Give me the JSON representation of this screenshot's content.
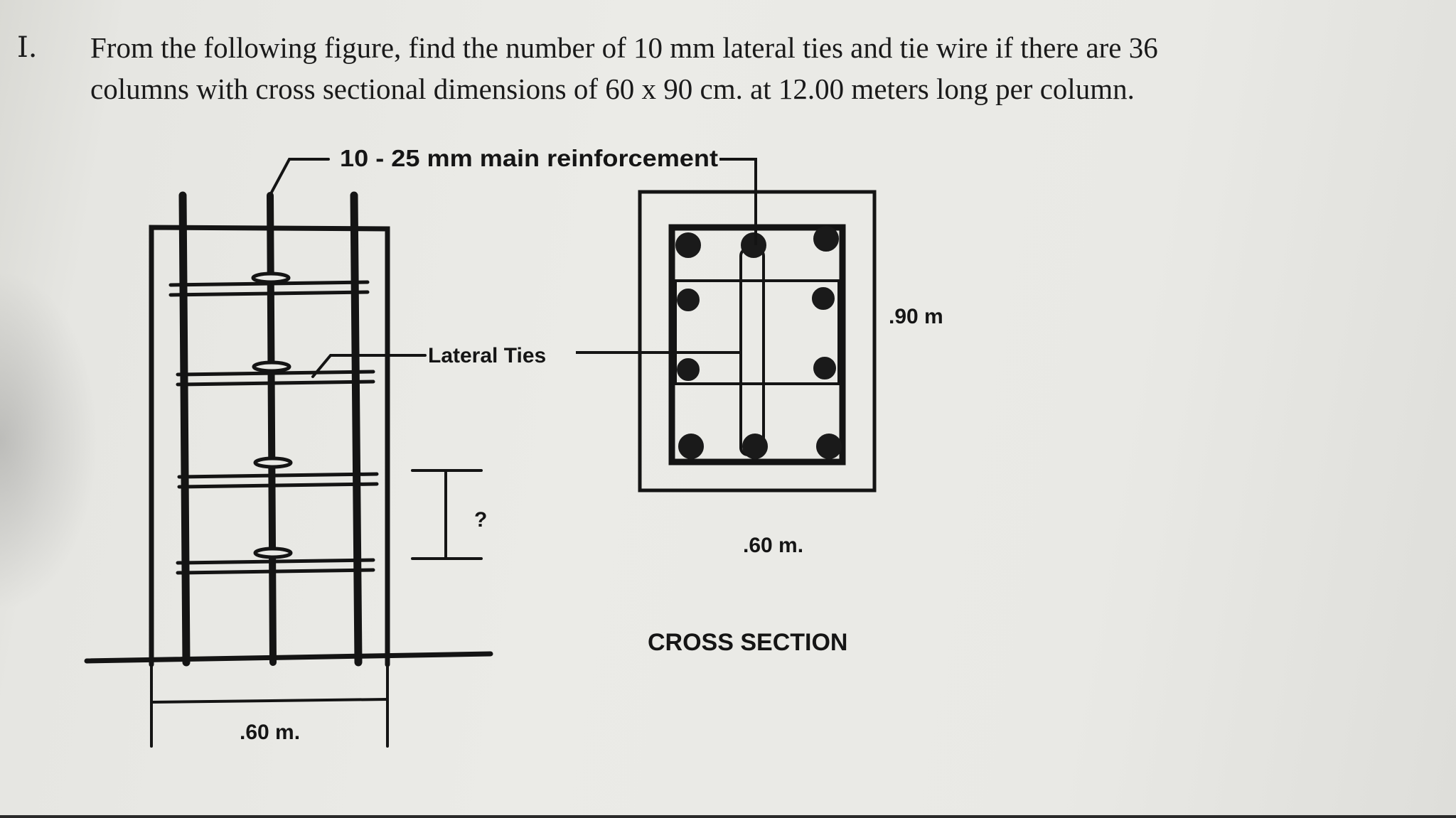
{
  "question": {
    "number": "I.",
    "line1": "From the following figure, find the number of 10 mm lateral ties and tie wire if there are 36",
    "line2": "columns with cross sectional dimensions of 60 x 90 cm. at 12.00 meters long per column."
  },
  "figure": {
    "main_reinforcement_label": "10 - 25 mm main reinforcement",
    "lateral_ties_label": "Lateral Ties",
    "spacing_label": "?",
    "elevation_width_label": ".60 m.",
    "section_width_label": ".60 m.",
    "section_height_label": ".90 m",
    "cross_section_title": "CROSS SECTION"
  }
}
